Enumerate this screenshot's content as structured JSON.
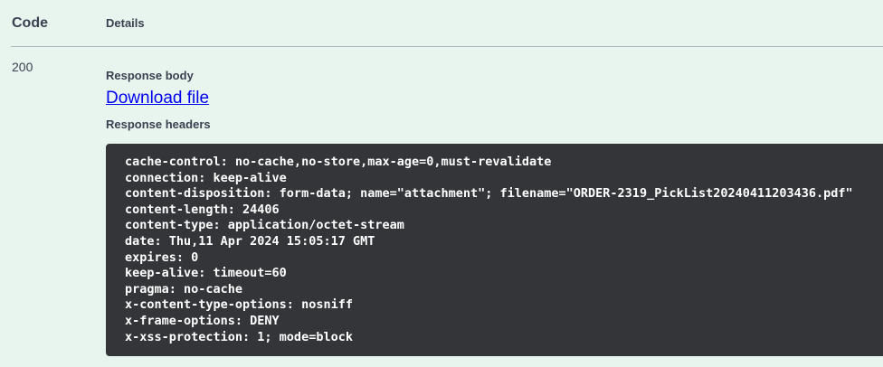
{
  "colors": {
    "page_background": "#e8f4ee",
    "heading_text": "#3b4151",
    "link_blue": "#0000ee",
    "code_block_background": "#333538",
    "code_block_text": "#ffffff",
    "divider": "#a9b8bc"
  },
  "table": {
    "headers": {
      "code": "Code",
      "details": "Details"
    },
    "row": {
      "status_code": "200",
      "response_body_label": "Response body",
      "download_link_label": "Download file",
      "response_headers_label": "Response headers",
      "response_headers": [
        "cache-control: no-cache,no-store,max-age=0,must-revalidate",
        "connection: keep-alive",
        "content-disposition: form-data; name=\"attachment\"; filename=\"ORDER-2319_PickList20240411203436.pdf\"",
        "content-length: 24406",
        "content-type: application/octet-stream",
        "date: Thu,11 Apr 2024 15:05:17 GMT",
        "expires: 0",
        "keep-alive: timeout=60",
        "pragma: no-cache",
        "x-content-type-options: nosniff",
        "x-frame-options: DENY",
        "x-xss-protection: 1; mode=block"
      ]
    }
  }
}
